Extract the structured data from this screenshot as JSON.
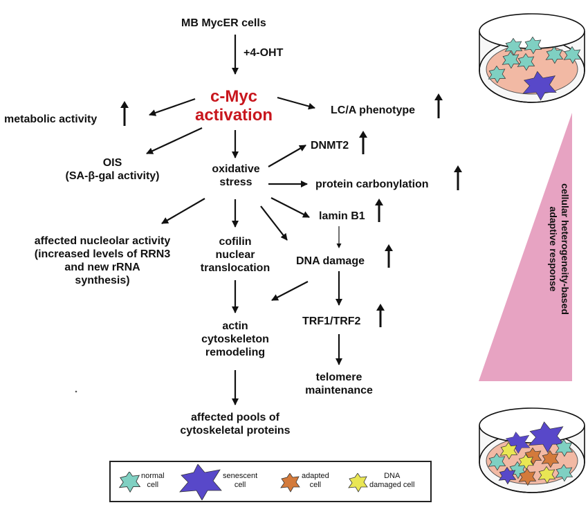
{
  "diagram": {
    "start_cell": "MB MycER cells",
    "treatment": "+4-OHT",
    "cmyc": [
      "c-Myc",
      "activation"
    ],
    "metabolic": "metabolic activity",
    "ois": [
      "OIS",
      "(SA-β-gal activity)"
    ],
    "lca": "LC/A phenotype",
    "oxidative": [
      "oxidative",
      "stress"
    ],
    "dnmt2": "DNMT2",
    "protein_carb": "protein carbonylation",
    "laminb1": "lamin B1",
    "nucleolar": [
      "affected nucleolar activity",
      "(increased levels of RRN3",
      "and new rRNA",
      "synthesis)"
    ],
    "cofilin": [
      "cofilin",
      "nuclear",
      "translocation"
    ],
    "dna_damage": "DNA damage",
    "trf": "TRF1/TRF2",
    "actin": [
      "actin",
      "cytoskeleton",
      "remodeling"
    ],
    "telomere": [
      "telomere",
      "maintenance"
    ],
    "affected_pools": [
      "affected pools of",
      "cytoskeletal proteins"
    ],
    "side_label": [
      "cellular heterogeneity-based",
      "adaptive response"
    ]
  },
  "legend": {
    "normal": [
      "normal",
      "cell"
    ],
    "senescent": [
      "senescent",
      "cell"
    ],
    "adapted": [
      "adapted",
      "cell"
    ],
    "dna_damaged": [
      "DNA",
      "damaged cell"
    ]
  },
  "colors": {
    "accent_red": "#c8161d",
    "triangle_pink": "#e7a3c2",
    "dish_fill": "#f2b9a4",
    "normal_cell": "#7fd0c2",
    "senescent_cell": "#5848c9",
    "adapted_cell": "#d37a3b",
    "dna_damaged_cell": "#e9e654"
  },
  "icons": {
    "increase": "up-arrow-icon",
    "flow": "arrow-icon"
  }
}
